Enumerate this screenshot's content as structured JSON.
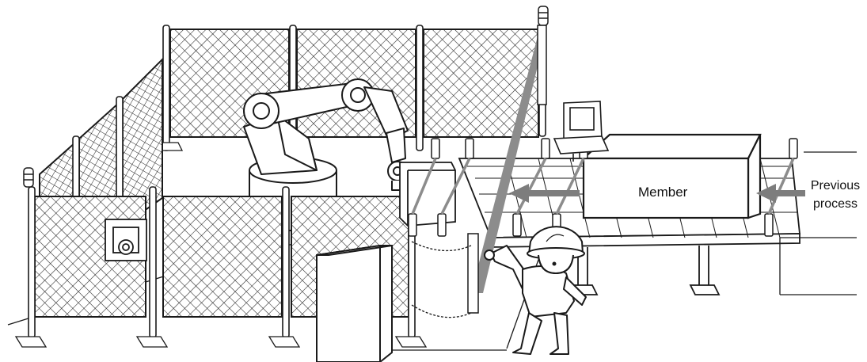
{
  "labels": {
    "member": "Member",
    "previous_line1": "Previous",
    "previous_line2": "process"
  },
  "colors": {
    "line": "#1a1a1a",
    "light_curtain": "#8c8c8c",
    "flow_arrow": "#7d7d7d",
    "fill": "#ffffff"
  },
  "icons": [
    "robot-arm-icon",
    "safety-fence-icon",
    "signal-tower-icon",
    "light-curtain-icon",
    "conveyor-icon",
    "control-panel-icon",
    "emergency-stop-button-icon",
    "worker-icon",
    "chain-barrier-icon"
  ]
}
